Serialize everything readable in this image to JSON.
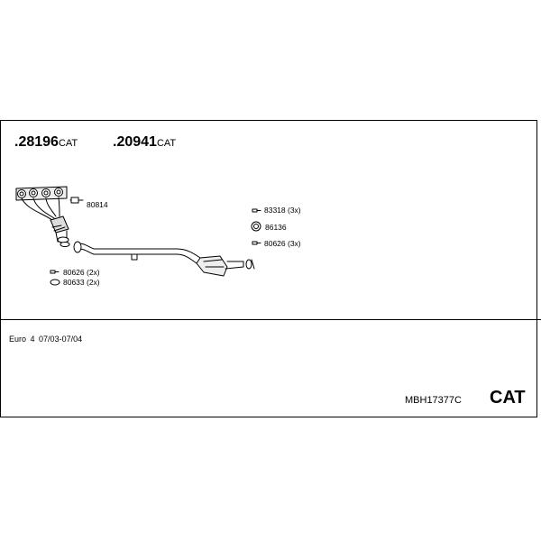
{
  "parts": {
    "cat_front": {
      "number": ".28196",
      "suffix": "CAT"
    },
    "cat_rear": {
      "number": ".20941",
      "suffix": "CAT"
    }
  },
  "labels": {
    "gasket": "80814",
    "bolt_upper": "83318 (3x)",
    "ring": "86136",
    "nut_upper": "80626 (3x)",
    "nut_lower": "80626 (2x)",
    "gasket_lower": "80633 (2x)"
  },
  "footer": {
    "standard": "Euro 4",
    "period": "07/03-07/04",
    "code": "MBH17377C",
    "tag": "CAT"
  }
}
